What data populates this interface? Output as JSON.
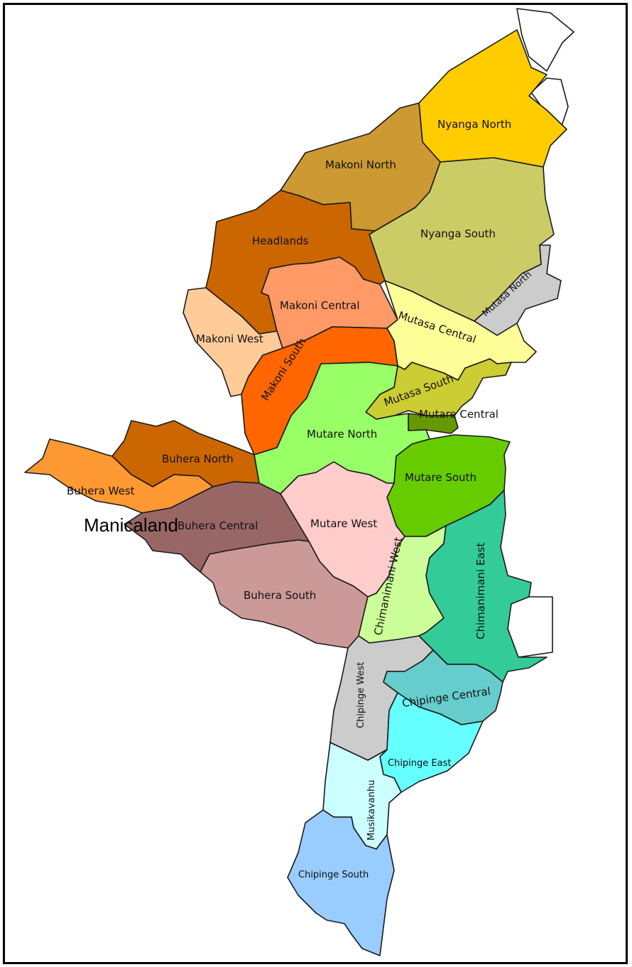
{
  "province": "Manicaland",
  "districts": [
    {
      "id": "nyanga-north",
      "name": "Nyanga North",
      "color": "#ffcc00"
    },
    {
      "id": "makoni-north",
      "name": "Makoni North",
      "color": "#cc9933"
    },
    {
      "id": "nyanga-south",
      "name": "Nyanga South",
      "color": "#cccc66"
    },
    {
      "id": "headlands",
      "name": "Headlands",
      "color": "#cc6600"
    },
    {
      "id": "mutasa-north",
      "name": "Mutasa North",
      "color": "#cccccc"
    },
    {
      "id": "makoni-central",
      "name": "Makoni Central",
      "color": "#ff9966"
    },
    {
      "id": "mutasa-central",
      "name": "Mutasa Central",
      "color": "#ffff99"
    },
    {
      "id": "makoni-west",
      "name": "Makoni West",
      "color": "#ffcc99"
    },
    {
      "id": "makoni-south",
      "name": "Makoni South",
      "color": "#ff6600"
    },
    {
      "id": "mutasa-south",
      "name": "Mutasa South",
      "color": "#cccc33"
    },
    {
      "id": "mutare-central",
      "name": "Mutare Central",
      "color": "#669900"
    },
    {
      "id": "mutare-north",
      "name": "Mutare North",
      "color": "#99ff66"
    },
    {
      "id": "buhera-north",
      "name": "Buhera North",
      "color": "#cc6600"
    },
    {
      "id": "buhera-west",
      "name": "Buhera West",
      "color": "#ff9933"
    },
    {
      "id": "mutare-south",
      "name": "Mutare South",
      "color": "#66cc00"
    },
    {
      "id": "mutare-west",
      "name": "Mutare West",
      "color": "#ffcccc"
    },
    {
      "id": "buhera-central",
      "name": "Buhera Central",
      "color": "#996666"
    },
    {
      "id": "buhera-south",
      "name": "Buhera South",
      "color": "#cc9999"
    },
    {
      "id": "chimanimani-west",
      "name": "Chimanimani West",
      "color": "#ccff99"
    },
    {
      "id": "chimanimani-east",
      "name": "Chimanimani East",
      "color": "#33cc99"
    },
    {
      "id": "chipinge-west",
      "name": "Chipinge West",
      "color": "#cccccc"
    },
    {
      "id": "chipinge-central",
      "name": "Chipinge Central",
      "color": "#66cccc"
    },
    {
      "id": "chipinge-east",
      "name": "Chipinge East",
      "color": "#66ffff"
    },
    {
      "id": "musikavanhu",
      "name": "Musikavanhu",
      "color": "#ccffff"
    },
    {
      "id": "chipinge-south",
      "name": "Chipinge South",
      "color": "#99ccff"
    }
  ]
}
